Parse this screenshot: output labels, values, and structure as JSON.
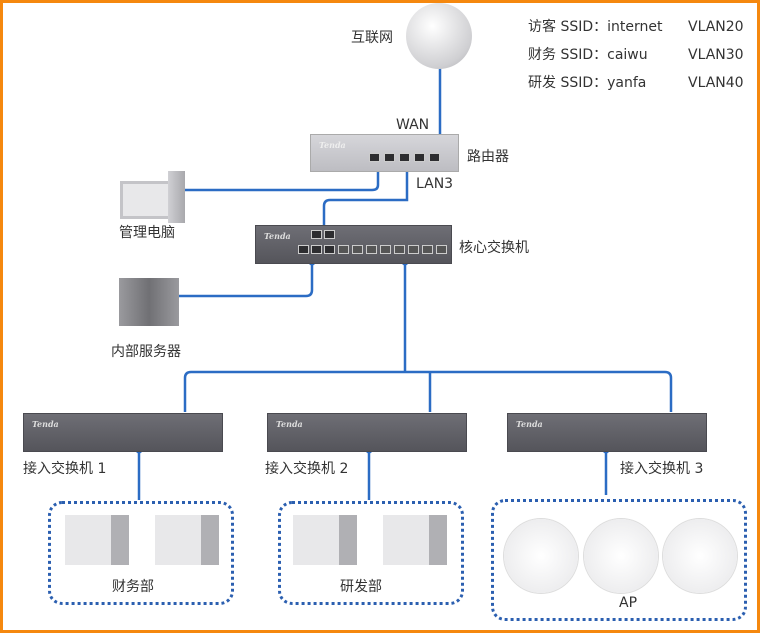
{
  "legend": [
    {
      "ssid": "访客 SSID：internet",
      "vlan": "VLAN20"
    },
    {
      "ssid": "财务 SSID：caiwu",
      "vlan": "VLAN30"
    },
    {
      "ssid": "研发 SSID：yanfa",
      "vlan": "VLAN40"
    }
  ],
  "nodes": {
    "internet": "互联网",
    "router": "路由器",
    "wan": "WAN",
    "lan3": "LAN3",
    "admin_pc": "管理电脑",
    "core_switch": "核心交换机",
    "server": "内部服务器",
    "access1": "接入交换机 1",
    "access2": "接入交换机 2",
    "access3": "接入交换机 3",
    "finance": "财务部",
    "rnd": "研发部",
    "ap": "AP",
    "brand": "Tenda"
  },
  "colors": {
    "wire": "#2b6cc4",
    "frame": "#f5880f"
  }
}
